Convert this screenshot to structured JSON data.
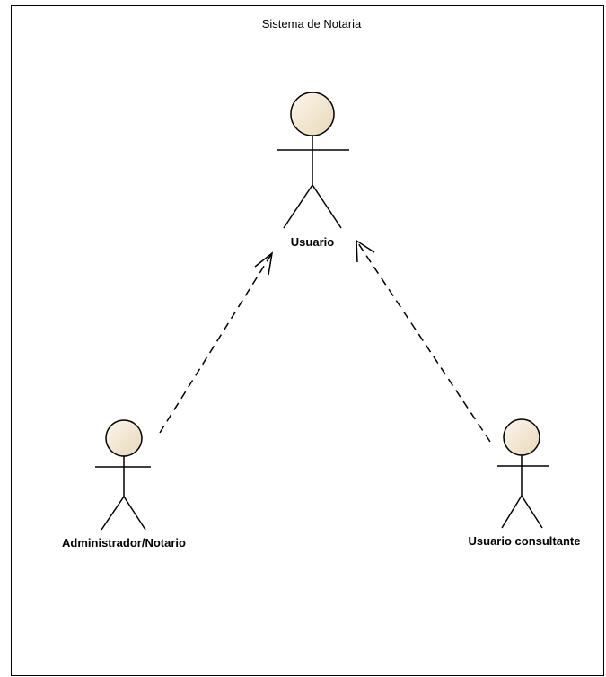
{
  "system": {
    "title": "Sistema de Notaria"
  },
  "actors": {
    "usuario": {
      "label": "Usuario"
    },
    "administrador": {
      "label": "Administrador/Notario"
    },
    "consultante": {
      "label": "Usuario consultante"
    }
  },
  "colors": {
    "actor_head_fill": "#f2e6cf",
    "stroke": "#000000",
    "background": "#ffffff"
  }
}
